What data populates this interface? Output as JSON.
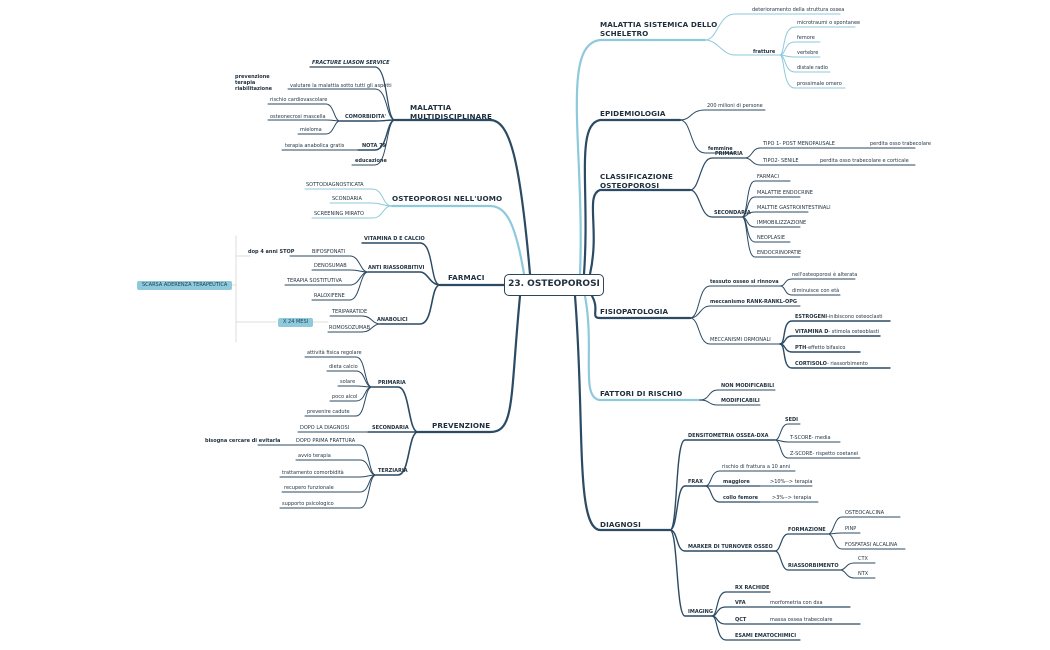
{
  "root": "23. OSTEOPOROSI",
  "branches": {
    "malattia_sistemica": {
      "title": "MALATTIA SISTEMICA DELLO SCHELETRO",
      "deterioramento": "deterioramento della struttura ossea",
      "microtraumi": "microtraumi o spontanee",
      "fratture": "fratture",
      "fratture_items": [
        "femore",
        "vertebre",
        "distale radio",
        "prossimale omero"
      ]
    },
    "epidemiologia": {
      "title": "EPIDEMIOLOGIA",
      "items": [
        "200 milioni di persone",
        "femmine"
      ]
    },
    "classificazione": {
      "title": "CLASSIFICAZIONE OSTEOPOROSI",
      "primaria": "PRIMARIA",
      "tipo1": "TIPO 1- POST MENOPAUSALE",
      "tipo1_note": "perdita osso trabecolare",
      "tipo2": "TIPO2- SENILE",
      "tipo2_note": "perdita osso trabecolare e corticale",
      "secondaria": "SECONDARIA",
      "secondaria_items": [
        "FARMACI",
        "MALATTIE ENDOCRINE",
        "MALTTIE GASTROINTESTINALI",
        "IMMOBILIZZAZIONE",
        "NEOPLASIE",
        "ENDOCRINOPATIE"
      ]
    },
    "fisiopatologia": {
      "title": "FISIOPATOLOGIA",
      "tessuto": "tessuto osseo si rinnova",
      "tessuto_items": [
        "nell'osteoporosi è alterata",
        "diminuisce con età"
      ],
      "rank": "meccanismo RANK-RANKL-OPG",
      "ormonali": "MECCANISMI ORMONALI",
      "estrogeni": "ESTROGENI",
      "estrogeni_note": "-inibiscono osteoclasti",
      "vitd": "VITAMINA D",
      "vitd_note": "- stimola osteoblasti",
      "pth": "PTH",
      "pth_note": "-effetto bifasico",
      "cortisolo": "CORTISOLO",
      "cortisolo_note": "- riassorbimento"
    },
    "fattori": {
      "title": "FATTORI DI RISCHIO",
      "items": [
        "NON MODIFICABILI",
        "MODIFICABILI"
      ]
    },
    "diagnosi": {
      "title": "DIAGNOSI",
      "dxa": "DENSITOMETRIA OSSEA-DXA",
      "dxa_items": [
        "SEDI",
        "T-SCORE- media",
        "Z-SCORE- rispetto coetanei"
      ],
      "frax": "FRAX",
      "frax_rischio": "rischio di frattura a 10 anni",
      "maggiore": "maggiore",
      "maggiore_note": ">10%--> terapia",
      "collo": "collo femore",
      "collo_note": ">3%--> terapia",
      "marker": "MARKER DI TURNOVER OSSEO",
      "formazione": "FORMAZIONE",
      "formazione_items": [
        "OSTEOCALCINA",
        "PINP",
        "FOSFATASI ALCALINA"
      ],
      "riassorbimento": "RIASSORBIMENTO",
      "riassorbimento_items": [
        "CTX",
        "NTX"
      ],
      "imaging": "IMAGING",
      "rx": "RX RACHIDE",
      "vfa": "VFA",
      "vfa_note": "morfometria con dxa",
      "qct": "QCT",
      "qct_note": "massa ossea trabecolare",
      "esami": "ESAMI EMATOCHIMICI"
    },
    "multidisciplinare": {
      "title": "MALATTIA MULTIDISCIPLINARE",
      "fls": "FRACTURE LIASON SERVICE",
      "valutare": "valutare la malattia sotto tutti gli aspetti",
      "valutare_note": "prevenzione terapia riabilitazione",
      "comorbidita": "COMORBIDITA'",
      "comorbidita_items": [
        "rischio cardiovascolare",
        "osteonecrosi mascella",
        "mieloma"
      ],
      "nota79": "NOTA 79",
      "nota79_note": "terapia anabolica gratis",
      "educazione": "educazione"
    },
    "uomo": {
      "title": "OSTEOPOROSI NELL'UOMO",
      "items": [
        "SOTTODIAGNOSTICATA",
        "SCONDARIA",
        "SCREENING MIRATO"
      ]
    },
    "farmaci": {
      "title": "FARMACI",
      "vitd_calcio": "VITAMINA D E CALCIO",
      "anti": "ANTI RIASSORBITIVI",
      "anti_items": [
        "BIFOSFONATI",
        "DENOSUMAB",
        "TERAPIA SOSTITUTIVA",
        "RALOXIFENE"
      ],
      "bifo_note": "dop 4 anni STOP",
      "anabolici": "ANABOLICI",
      "anabolici_items": [
        "TERIPARATIDE",
        "ROMOSOZUMAB"
      ],
      "aderenza": "SCARSA ADERENZA TERAPEUTICA",
      "x24": "X 24 MESI"
    },
    "prevenzione": {
      "title": "PREVENZIONE",
      "primaria": "PRIMARIA",
      "primaria_items": [
        "attività fisica regolare",
        "dieta calcio",
        "solare",
        "poco alcol",
        "prevenire cadute"
      ],
      "secondaria": "SECONDARIA",
      "secondaria_item": "DOPO LA DIAGNOSI",
      "terziaria": "TERZIARIA",
      "prima_frattura": "DOPO PRIMA FRATTURA",
      "prima_frattura_note": "bisogna cercare di evitarla",
      "terziaria_items": [
        "avvio terapia",
        "trattamento comorbidità",
        "recupero funzionale",
        "supporto psicologico"
      ]
    }
  }
}
